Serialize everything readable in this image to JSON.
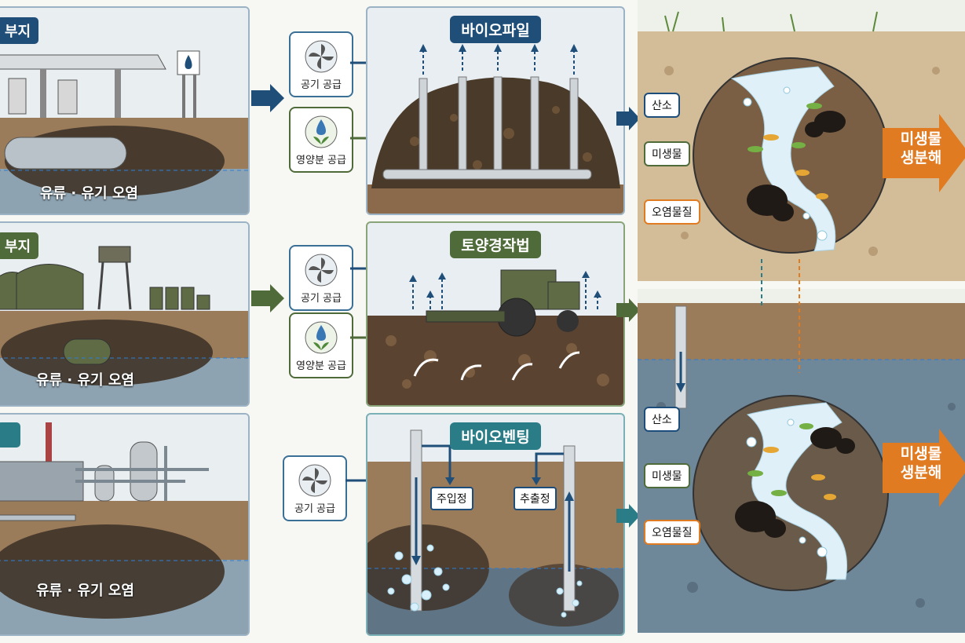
{
  "left_panels": [
    {
      "tag": "부지",
      "caption": "유류 · 유기 오염"
    },
    {
      "tag": "부지",
      "caption": "유류 · 유기 오염"
    },
    {
      "tag": "",
      "caption": "유류 · 유기 오염"
    }
  ],
  "inputs": {
    "air_supply": "공기 공급",
    "nutrient_supply": "영양분 공급"
  },
  "methods": {
    "biopile": {
      "title": "바이오파일"
    },
    "landfarming": {
      "title": "토양경작법"
    },
    "bioventing": {
      "title": "바이오벤팅",
      "injection_well": "주입정",
      "extraction_well": "추출정"
    }
  },
  "mechanism": {
    "oxygen": "산소",
    "microbe": "미생물",
    "contaminant": "오염물질",
    "result_line1": "미생물",
    "result_line2": "생분해"
  },
  "colors": {
    "blue": "#1f4e79",
    "green": "#4f6b3a",
    "teal": "#2a7d86",
    "orange": "#e07b22",
    "soil": "#8a6a4a",
    "dark_soil": "#4a3a2a",
    "groundwater": "#9fb6c6"
  }
}
